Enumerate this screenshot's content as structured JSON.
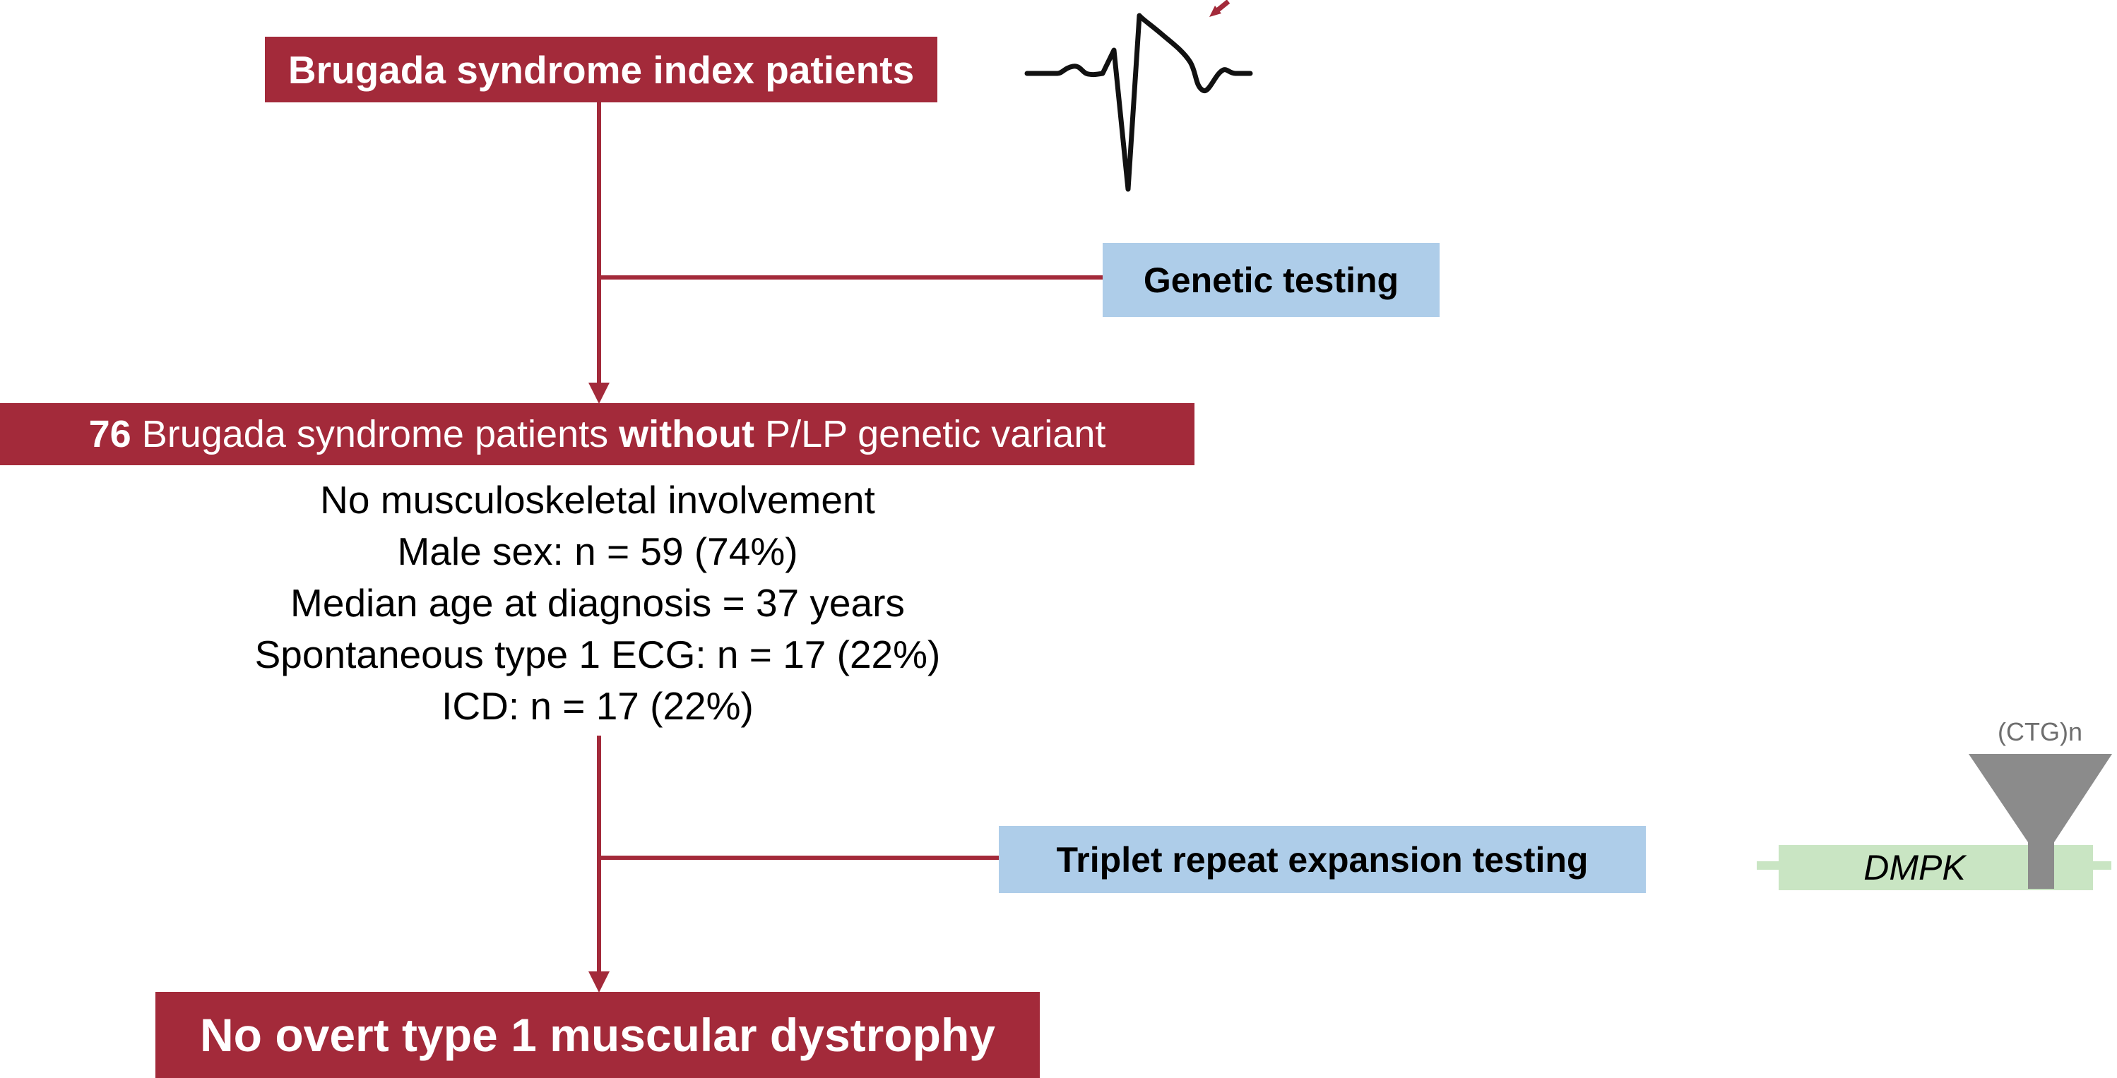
{
  "figure": {
    "type": "study-flowchart",
    "topic": "Brugada syndrome cohort triplet repeat expansion screening"
  },
  "palette": {
    "red": "#A32A3A",
    "blue": "#AECDE9",
    "green": "#C9E5C3",
    "gray": "#8B8B8B",
    "textgray": "#6E6E6E",
    "black": "#000000"
  },
  "boxes": {
    "top": {
      "label": "Brugada syndrome index patients"
    },
    "genetic": {
      "label": "Genetic testing"
    },
    "banner": {
      "bold_count": "76",
      "text_mid": " Brugada syndrome patients ",
      "bold_word": "without",
      "text_end": " P/LP genetic variant"
    },
    "triplet": {
      "label": "Triplet repeat expansion testing"
    },
    "bottom": {
      "label": "No overt type 1 muscular dystrophy"
    }
  },
  "cohort_stats": {
    "lines": [
      "No musculoskeletal involvement",
      "Male sex: n = 59 (74%)",
      "Median age at diagnosis = 37 years",
      "Spontaneous type 1 ECG: n = 17 (22%)",
      "ICD: n = 17 (22%)"
    ]
  },
  "gene_diagram": {
    "gene_label": "DMPK",
    "repeat_label": "(CTG)n"
  }
}
